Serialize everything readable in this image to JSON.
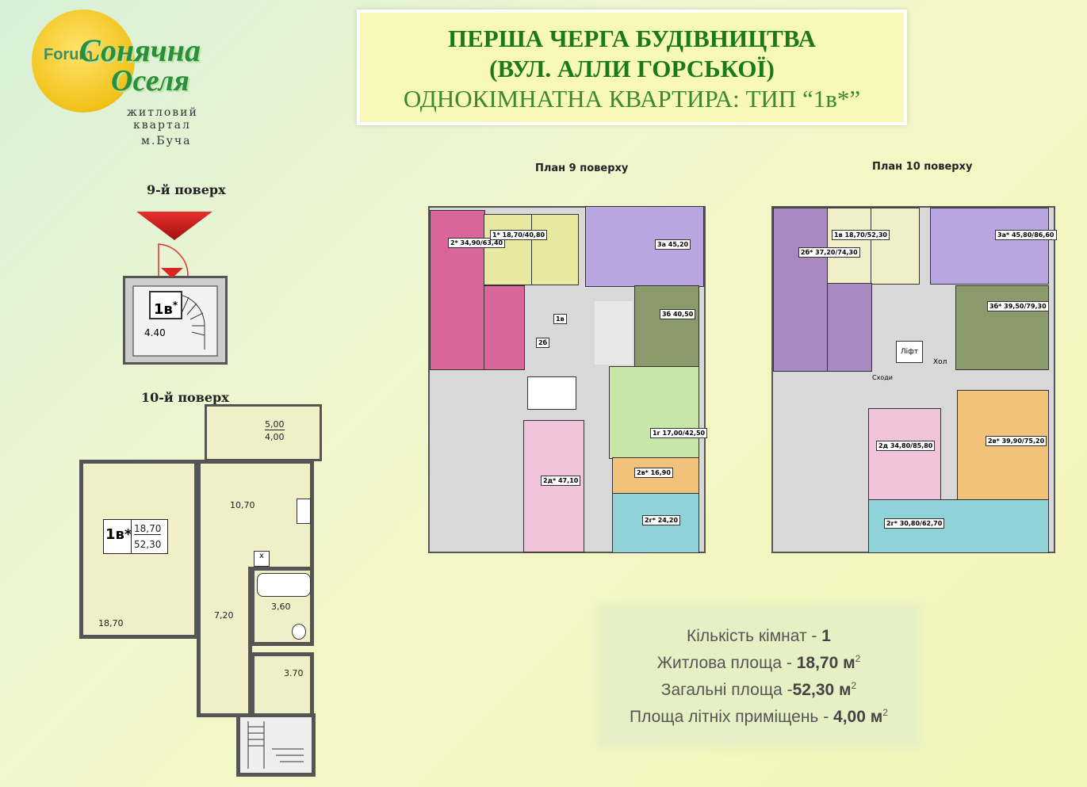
{
  "logo": {
    "watermark": "Forum",
    "name_line1": "Сонячна",
    "name_line2": "Оселя",
    "sub1": "житловий",
    "sub2": "квартал",
    "sub3": "м.Буча"
  },
  "title": {
    "line1": "ПЕРША ЧЕРГА БУДІВНИЦТВА",
    "line2": "(ВУЛ. АЛЛИ ГОРСЬКОЇ)",
    "line3": "ОДНОКІМНАТНА КВАРТИРА: ТИП “1в*”"
  },
  "floor9_small": {
    "label": "9-й поверх",
    "unit": "1в",
    "star": "*",
    "dim": "4.40"
  },
  "floor10_detail": {
    "label": "10-й поверх",
    "balcony_num": "5,00",
    "balcony_den": "4,00",
    "unit": "1в*",
    "living": "18,70",
    "total": "52,30",
    "room_main": "18,70",
    "kitchen": "10,70",
    "hall": "7,20",
    "bath": "3,60",
    "closet": "3.70"
  },
  "plan9": {
    "title": "План 9 поверху",
    "apts": [
      {
        "code": "2*",
        "a": "34,90",
        "b": "63,40"
      },
      {
        "code": "1*",
        "a": "18,70",
        "b": "40,80"
      },
      {
        "code": "3а",
        "a": "45,20",
        "b": ""
      },
      {
        "code": "3б",
        "a": "40,50",
        "b": ""
      },
      {
        "code": "1в",
        "a": "",
        "b": ""
      },
      {
        "code": "2б",
        "a": "",
        "b": ""
      },
      {
        "code": "1г",
        "a": "17,00",
        "b": "42,50"
      },
      {
        "code": "2д*",
        "a": "47,10",
        "b": ""
      },
      {
        "code": "2в*",
        "a": "16,90",
        "b": ""
      },
      {
        "code": "2г*",
        "a": "24,20",
        "b": ""
      }
    ]
  },
  "plan10": {
    "title": "План 10 поверху",
    "apts": [
      {
        "code": "2б*",
        "a": "37,20",
        "b": "74,30"
      },
      {
        "code": "1в",
        "a": "18,70",
        "b": "52,30"
      },
      {
        "code": "3а*",
        "a": "45,80",
        "b": "86,60"
      },
      {
        "code": "3б*",
        "a": "39,50",
        "b": "79,30"
      },
      {
        "code": "2д",
        "a": "34,80",
        "b": "85,80"
      },
      {
        "code": "2в*",
        "a": "39,90",
        "b": "75,20"
      },
      {
        "code": "2г*",
        "a": "30,80",
        "b": "62,70"
      }
    ],
    "lift": "Ліфт",
    "hall": "Хол",
    "stairs": "Сходи"
  },
  "info": {
    "rooms_label": "Кількість кімнат - ",
    "rooms_value": "1",
    "living_label": "Житлова площа - ",
    "living_value": "18,70 м",
    "total_label": "Загальні площа -",
    "total_value": "52,30 м",
    "summer_label": "Площа літніх приміщень - ",
    "summer_value": "4,00 м",
    "sup": "2"
  },
  "colors": {
    "apt_pink": "#d9669a",
    "apt_yellow": "#e8e8a0",
    "apt_violet": "#b9a6e0",
    "apt_green": "#8a9a6a",
    "apt_lightgreen": "#c8e6a8",
    "apt_peach": "#f2c27a",
    "apt_cyan": "#8fd2d8",
    "apt_lightpink": "#f2c4dc",
    "apt_mauve": "#a98ac0",
    "apt_cream": "#f0efc8"
  }
}
